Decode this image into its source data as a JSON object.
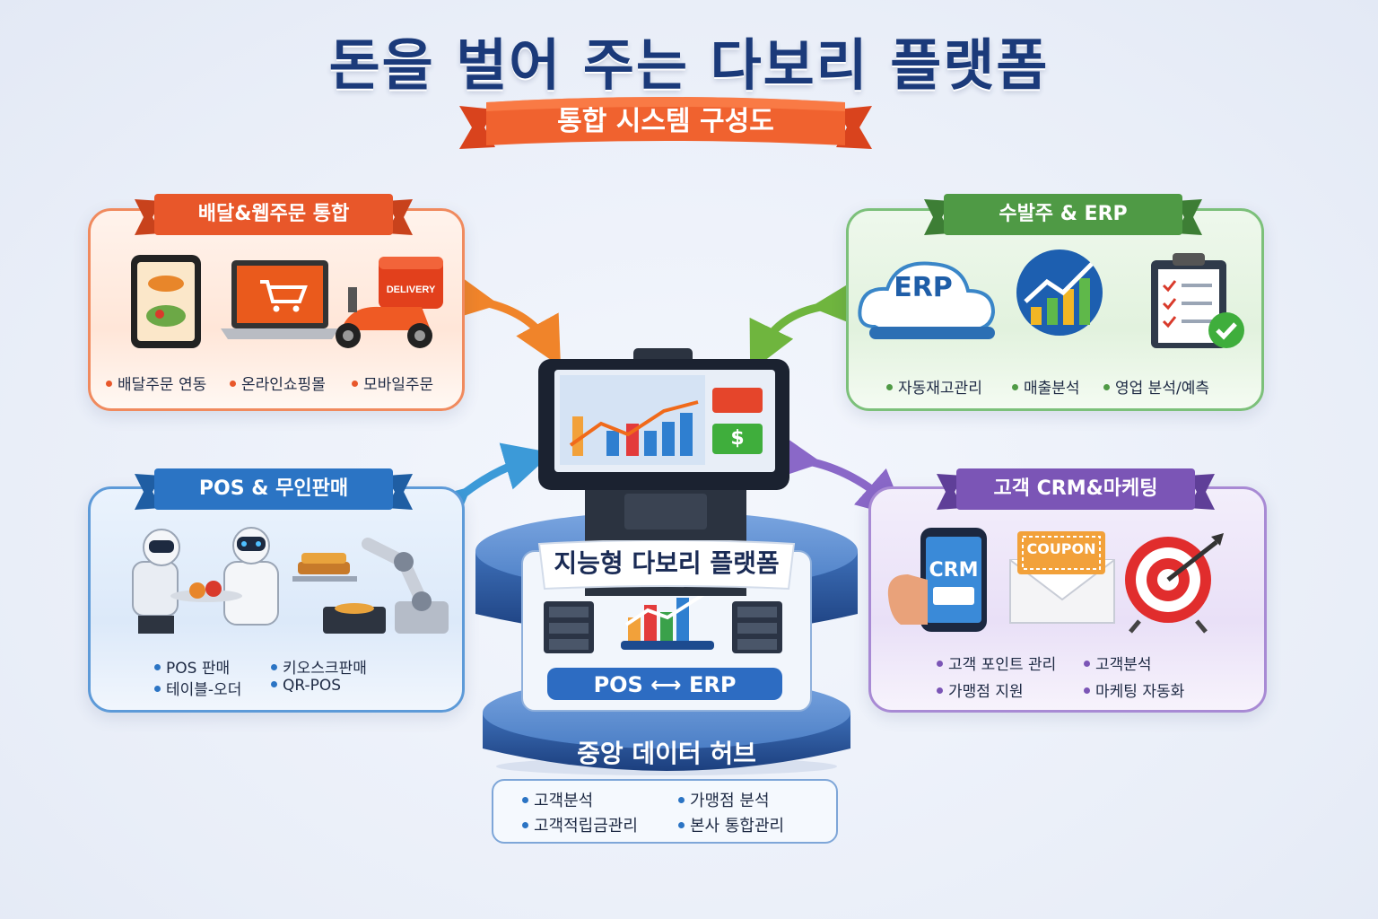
{
  "title": "돈을 벌어 주는 다보리 플랫폼",
  "subtitle": "통합 시스템 구성도",
  "modules": {
    "delivery": {
      "title": "배달&웹주문 통합",
      "bullets": [
        "배달주문 연동",
        "온라인쇼핑몰",
        "모바일주문"
      ],
      "delivery_sign": "DELIVERY",
      "color": "#e8572a"
    },
    "erp": {
      "title": "수발주 & ERP",
      "cloud_label": "ERP",
      "bullets": [
        "자동재고관리",
        "매출분석",
        "영업 분석/예측"
      ],
      "color": "#4f9a45"
    },
    "pos": {
      "title": "POS & 무인판매",
      "bullets": [
        "POS 판매",
        "키오스크판매",
        "테이블-오더",
        "QR-POS"
      ],
      "color": "#2b74c4"
    },
    "crm": {
      "title": "고객 CRM&마케팅",
      "phone_label": "CRM",
      "coupon_label": "COUPON",
      "bullets": [
        "고객 포인트 관리",
        "고객분석",
        "가맹점 지원",
        "마케팅 자동화"
      ],
      "color": "#7b55b6"
    }
  },
  "hub": {
    "platform_label": "지능형 다보리 플랫폼",
    "link_label": "POS ⟷ ERP",
    "central_label": "중앙 데이터 허브",
    "bullets": [
      "고객분석",
      "가맹점 분석",
      "고객적립금관리",
      "본사 통합관리"
    ]
  },
  "screen_badge": "$"
}
